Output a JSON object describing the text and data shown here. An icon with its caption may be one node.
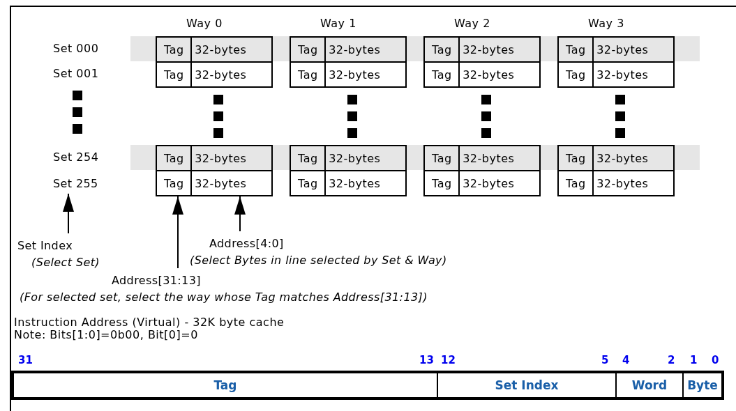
{
  "diagram": {
    "nodes": [
      {
        "text": [
          "Tag 32-bytes"
        ]
      },
      {
        "text": [
          "Tag 32-bytes"
        ]
      },
      {
        "text": [
          "Tag 32-bytes"
        ]
      },
      {
        "text": [
          "Tag 32-bytes"
        ]
      },
      {
        "text": [
          "Tag 32-bytes"
        ]
      },
      {
        "text": [
          "Tag 32-bytes"
        ]
      },
      {
        "text": [
          "Tag 32-bytes"
        ]
      },
      {
        "text": [
          "Tag 32-bytes"
        ]
      },
      {
        "text": [
          "Tag 32-bytes"
        ]
      },
      {
        "text": [
          "Tag 32-bytes"
        ]
      },
      {
        "text": [
          "Tag 32-bytes"
        ]
      },
      {
        "text": [
          "Tag 32-bytes"
        ]
      },
      {
        "text": [
          "Set 255"
        ]
      },
      {
        "text": [
          "Tag 32-bytes"
        ]
      },
      {
        "text": [
          "Tag 32-bytes"
        ]
      },
      {
        "text": [
          "Tag 32-bytes"
        ]
      },
      {
        "text": [
          "Tag 32-bytes"
        ]
      },
      {
        "text": [
          "Set Index",
          "(Select Set)"
        ]
      },
      {
        "text": [
          "Address[4:0]",
          "(Select Bytes in line selected by Set & Way)"
        ]
      },
      {
        "text": [
          "Address[31:13]",
          "(For selected set, select the way whose Tag matches Address[31:13])"
        ]
      },
      {
        "text": [
          "Tag"
        ]
      },
      {
        "text": [
          "Set Index"
        ]
      },
      {
        "text": [
          "Word"
        ]
      },
      {
        "text": [
          "Byte"
        ]
      }
    ],
    "edges": [
      {
        "from": 17,
        "to": 12,
        "arrow": "to"
      },
      {
        "from": 19,
        "to": 13,
        "arrow": "to"
      },
      {
        "from": 18,
        "to": 13,
        "arrow": "to"
      }
    ],
    "labels": [
      "Way 0",
      "Way 1",
      "Way 2",
      "Way 3",
      "Set 000",
      "Set 001",
      "Set 254",
      "Instruction Address (Virtual) - 32K byte cache",
      "Note: Bits[1:0]=0b00, Bit[0]=0",
      "31",
      "13",
      "12",
      "5",
      "4",
      "2",
      "1",
      "0"
    ]
  }
}
